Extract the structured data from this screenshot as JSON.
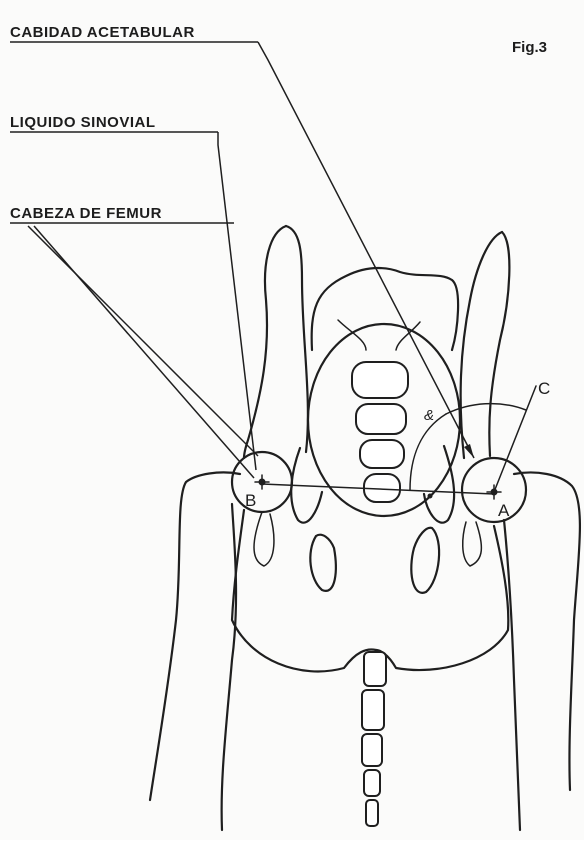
{
  "figure": {
    "fig_label": "Fig.3",
    "labels": {
      "acetabular": "CABIDAD ACETABULAR",
      "synovial": "LIQUIDO SINOVIAL",
      "femur_head": "CABEZA DE FEMUR"
    },
    "points": {
      "left": "B",
      "right": "A",
      "angle_ray": "C",
      "angle": "&"
    }
  }
}
